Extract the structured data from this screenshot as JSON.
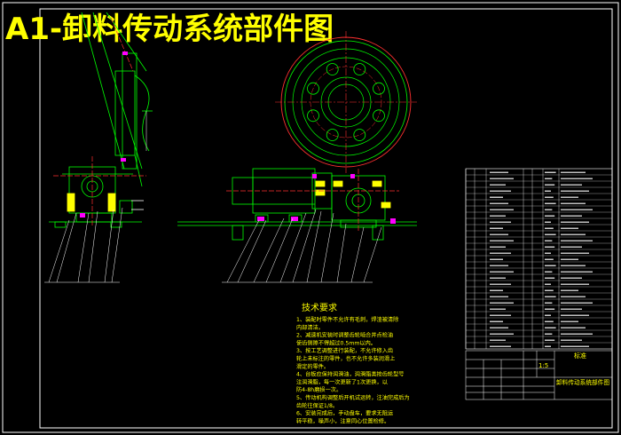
{
  "drawing": {
    "title": "A1-卸料传动系统部件图"
  },
  "technical_requirements": {
    "heading": "技术要求",
    "lines": [
      "1、装配时零件不允许有毛刺，焊渣被清除",
      "   内部清洁。",
      "2、减速机安装时调整齿轮啮合并点检油",
      "   使齿侧隙不得超过0.5mm以内。",
      "3、按工艺调整进行装配，不允许修入齿",
      "   轮上未标注的零件，也不允许多装润滑上",
      "   滑定的零件。",
      "4、台板应保持润滑油，润滑脂类按齿轮型号",
      "   注润滑脂，每一次更新了1次更换，以",
      "   防4-8h磨损一次。",
      "5、传动机构调整后开机试运转，注油完成后为",
      "   齿轮往保证1/8。",
      "6、安装完成后，手动盘车，要求无阻运",
      "   转平稳，噪声小，注意同心位置检修。"
    ]
  },
  "title_block": {
    "drawing_name": "卸料传动系统部件图",
    "material_label": "标准",
    "scale": "1:5"
  },
  "colors": {
    "background": "#000000",
    "border": "#ffffff",
    "geometry": "#00ff00",
    "hidden": "#ff3030",
    "annotation": "#ffff00",
    "part_marker": "#ff00ff"
  }
}
